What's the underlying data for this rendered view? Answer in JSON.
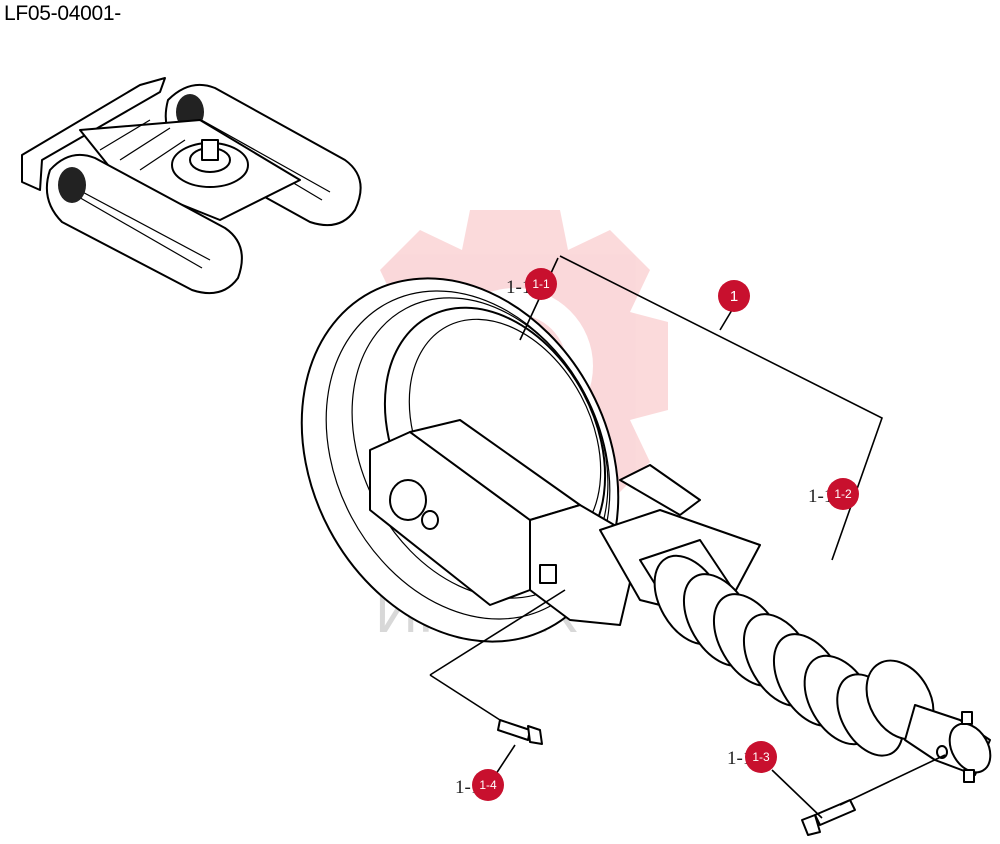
{
  "doc_code": "LF05-04001-",
  "watermark": {
    "text": "ИНТЕХ",
    "color": "#e8303a"
  },
  "badge_color": "#c8102e",
  "callouts": [
    {
      "id": "c1",
      "badge": "1",
      "ref_text": ""
    },
    {
      "id": "c1-1",
      "badge": "1-1",
      "ref_text": "1-1-1"
    },
    {
      "id": "c1-2",
      "badge": "1-2",
      "ref_text": "1-1-2"
    },
    {
      "id": "c1-3",
      "badge": "1-3",
      "ref_text": "1-1-3"
    },
    {
      "id": "c1-4",
      "badge": "1-4",
      "ref_text": "1-1-4"
    }
  ]
}
